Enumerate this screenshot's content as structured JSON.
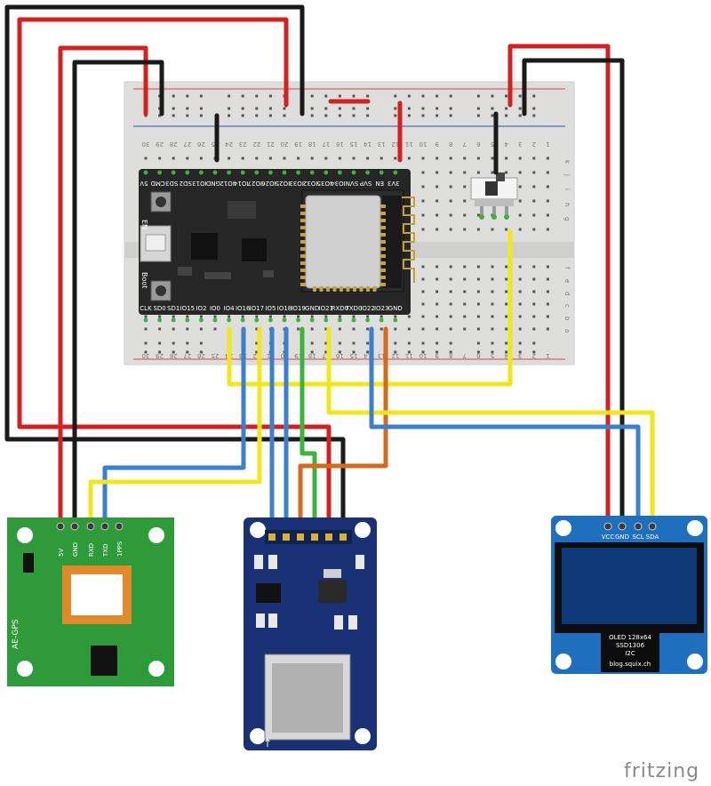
{
  "esp32": {
    "top_pins": [
      "5V",
      "CMD",
      "SD3",
      "SD2",
      "IO13",
      "GND",
      "IO12",
      "IO14",
      "IO27",
      "IO26",
      "IO25",
      "IO33",
      "IO32",
      "IO35",
      "IO34",
      "SVN",
      "SVP",
      "EN",
      "3V3"
    ],
    "bottom_pins": [
      "CLK",
      "SD0",
      "SD1",
      "IO15",
      "IO2",
      "IO0",
      "IO4",
      "IO16",
      "IO17",
      "IO5",
      "IO18",
      "IO19",
      "GND",
      "IO21",
      "RXD0",
      "TXD0",
      "IO22",
      "IO23",
      "GND"
    ],
    "btn_en": "EN",
    "btn_boot": "Boot"
  },
  "breadboard": {
    "column_numbers": [
      "30",
      "29",
      "28",
      "27",
      "26",
      "25",
      "24",
      "23",
      "22",
      "21",
      "20",
      "19",
      "18",
      "17",
      "16",
      "15",
      "14",
      "13",
      "12",
      "11",
      "10",
      "9",
      "8",
      "7",
      "6",
      "5",
      "4",
      "3",
      "2",
      "1"
    ],
    "row_letters_top": [
      "k",
      "j",
      "i",
      "h",
      "g"
    ],
    "row_letters_bottom": [
      "f",
      "e",
      "d",
      "c",
      "b",
      "a"
    ]
  },
  "gps": {
    "pins": [
      "5V",
      "GND",
      "RXD",
      "TXD",
      "1PPS"
    ],
    "name": "AE-GPS"
  },
  "oled": {
    "pins": [
      "VCC",
      "GND",
      "SCL",
      "SDA"
    ],
    "label_lines": [
      "OLED 128x64",
      "SSD1306",
      "I2C",
      "blog.squix.ch"
    ]
  },
  "watermark": "fritzing",
  "colors": {
    "red": "#d42020",
    "black": "#1a1a1a",
    "yellow": "#f0e81c",
    "blue": "#3a7fd0",
    "green": "#3cb43c",
    "orange": "#d46a1c",
    "gps_board": "#2f9a3a",
    "sd_board": "#1a3275",
    "oled_board": "#1f6fbf",
    "esp_board": "#262626",
    "breadboard": "#dededc"
  }
}
